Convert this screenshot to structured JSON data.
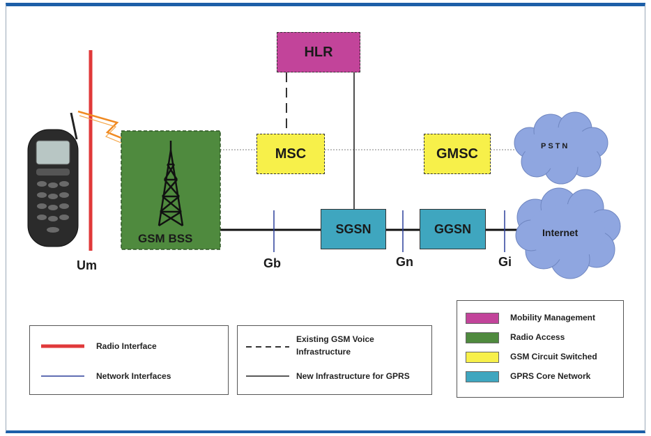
{
  "nodes": {
    "hlr": "HLR",
    "msc": "MSC",
    "gmsc": "GMSC",
    "sgsn": "SGSN",
    "ggsn": "GGSN",
    "gsm_bss": "GSM BSS",
    "pstn": "PSTN",
    "internet": "Internet"
  },
  "interfaces": {
    "um": "Um",
    "gb": "Gb",
    "gn": "Gn",
    "gi": "Gi"
  },
  "legend_lines": {
    "radio_interface": "Radio Interface",
    "network_interfaces": "Network Interfaces"
  },
  "legend_styles": {
    "existing_voice_line1": "Existing GSM Voice",
    "existing_voice_line2": "Infrastructure",
    "new_gprs": "New Infrastructure for GPRS"
  },
  "legend_colors": {
    "mobility": "Mobility Management",
    "radio_access": "Radio Access",
    "circuit_switched": "GSM Circuit Switched",
    "gprs_core": "GPRS Core Network"
  },
  "colors": {
    "mobility": "#c2449a",
    "radio_access": "#4f8a3e",
    "circuit_switched": "#f7f04a",
    "gprs_core": "#3fa6bf",
    "cloud": "#8fa6e0",
    "radio_line": "#e0393a",
    "frame": "#1d5fa8"
  }
}
